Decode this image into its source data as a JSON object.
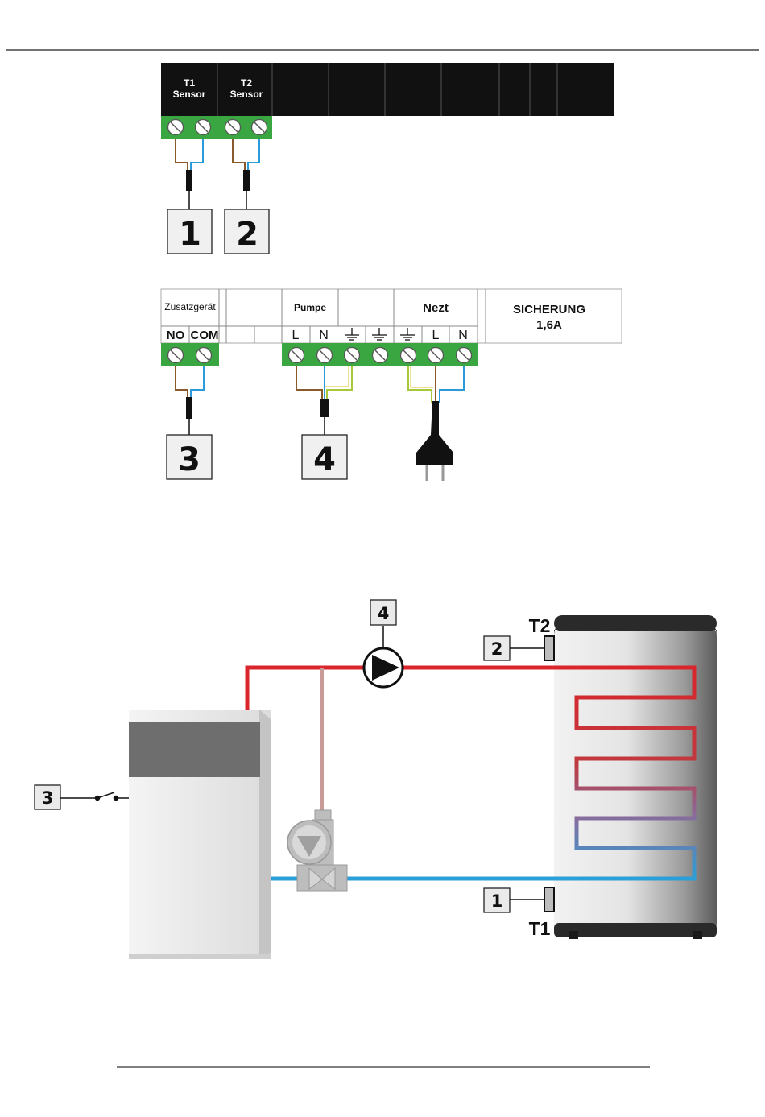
{
  "top_panel": {
    "terminals": [
      {
        "line1": "T1",
        "line2": "Sensor"
      },
      {
        "line1": "T2",
        "line2": "Sensor"
      }
    ]
  },
  "bottom_panel": {
    "zusatz": "Zusatzgerät",
    "no": "NO",
    "com": "COM",
    "pumpe": "Pumpe",
    "nezt": "Nezt",
    "sicherung_line1": "SICHERUNG",
    "sicherung_line2": "1,6A",
    "pumpe_L": "L",
    "pumpe_N": "N",
    "nezt_L": "L",
    "nezt_N": "N"
  },
  "wiring_labels": [
    "1",
    "2",
    "3",
    "4"
  ],
  "system": {
    "label_4": "4",
    "label_2": "2",
    "label_3": "3",
    "label_1": "1",
    "t2": "T2",
    "t1": "T1"
  },
  "colors": {
    "terminal_green": "#3aa641",
    "panel_black": "#111111",
    "wire_brown": "#8b5a2b",
    "wire_blue": "#2a9ad8",
    "wire_yellowgreen": "#a8c83a",
    "pipe_red": "#d9252b",
    "pipe_blue": "#2b9fd8"
  }
}
